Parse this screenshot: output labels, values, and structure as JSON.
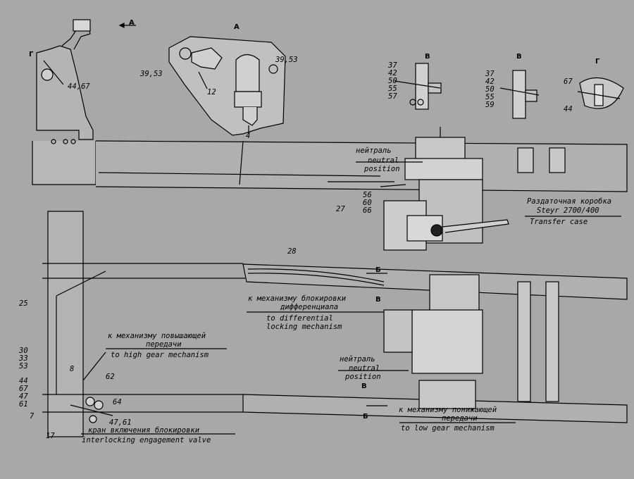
{
  "views": {
    "a": "А",
    "a_arrow": "A",
    "v1": "В",
    "v2": "В",
    "g": "Г",
    "g_left": "Г",
    "b1": "Б",
    "b2": "Б"
  },
  "numbers": {
    "n_44_67": "44,67",
    "n_39_53_l": "39,53",
    "n_39_53_r": "39,53",
    "n_12": "12",
    "n_4": "4",
    "stack_v1": [
      "37",
      "42",
      "50",
      "55",
      "57"
    ],
    "stack_v2": [
      "37",
      "42",
      "50",
      "55",
      "59"
    ],
    "n_67": "67",
    "n_44": "44",
    "n_27": "27",
    "stack_56": [
      "56",
      "60",
      "66"
    ],
    "n_28": "28",
    "n_25": "25",
    "stack_left": [
      "30",
      "33",
      "53"
    ],
    "stack_left2": [
      "44",
      "67",
      "47",
      "61"
    ],
    "n_7": "7",
    "n_8": "8",
    "n_62": "62",
    "n_64": "64",
    "n_47_61": "47,61",
    "n_17": "17"
  },
  "annotations": {
    "neutral_top_ru": "нейтраль",
    "neutral_top_en1": "neutral",
    "neutral_top_en2": "position",
    "transfer_ru": "Раздаточная коробка",
    "transfer_model": "Steyr 2700/400",
    "transfer_en": "Transfer case",
    "diff_ru1": "к механизму блокировки",
    "diff_ru2": "дифференциала",
    "diff_en1": "to differential",
    "diff_en2": "locking mechanism",
    "high_ru1": "к механизму повышающей",
    "high_ru2": "передачи",
    "high_en": "to high gear mechanism",
    "neutral_bot_ru": "нейтраль",
    "neutral_bot_en1": "neutral",
    "neutral_bot_en2": "position",
    "low_ru1": "к механизму понижающей",
    "low_ru2": "передачи",
    "low_en": "to low gear mechanism",
    "valve_ru": "кран включения блокировки",
    "valve_en": "interlocking engagement valve"
  },
  "colors": {
    "background": "#a8a8a8",
    "ink": "#000000",
    "part_fill": "#c4c4c4"
  }
}
